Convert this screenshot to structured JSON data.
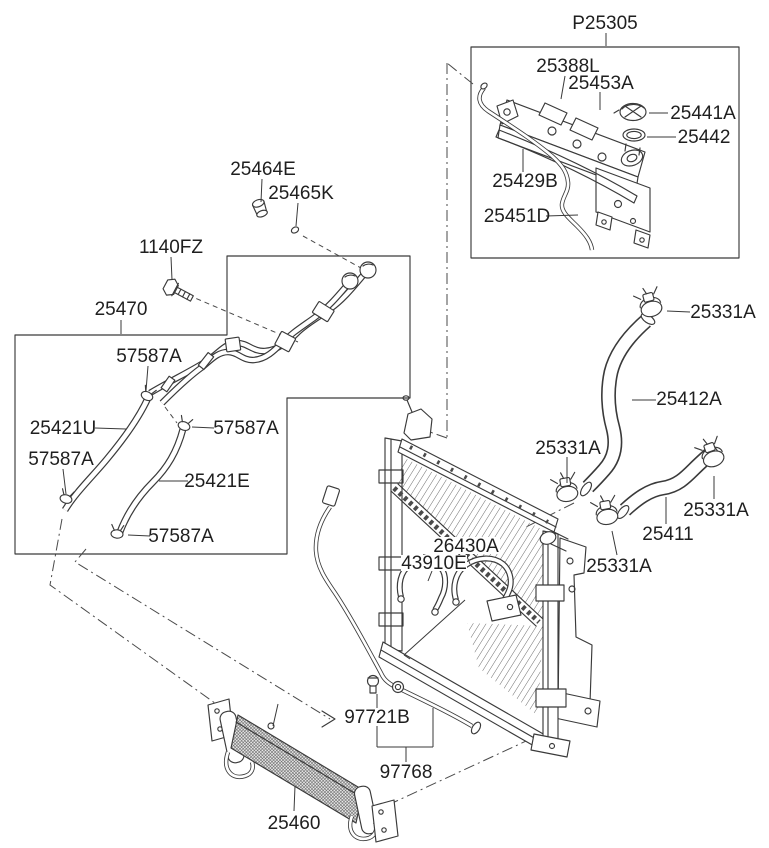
{
  "diagram_title": "P25305",
  "colors": {
    "line": "#3a3a3a",
    "label": "#1f1f1f",
    "background": "#ffffff"
  },
  "labels": {
    "p25305": "P25305",
    "n25388l": "25388L",
    "n25453a": "25453A",
    "n25441a": "25441A",
    "n25442": "25442",
    "n25429b": "25429B",
    "n25451d": "25451D",
    "n25464e": "25464E",
    "n25465k": "25465K",
    "n1140fz": "1140FZ",
    "n25470": "25470",
    "n57587a": "57587A",
    "n25421u": "25421U",
    "n25421e": "25421E",
    "n25331a": "25331A",
    "n25412a": "25412A",
    "n25411": "25411",
    "n26430a": "26430A",
    "n43910e": "43910E",
    "n97721b": "97721B",
    "n97768": "97768",
    "n25460": "25460"
  }
}
